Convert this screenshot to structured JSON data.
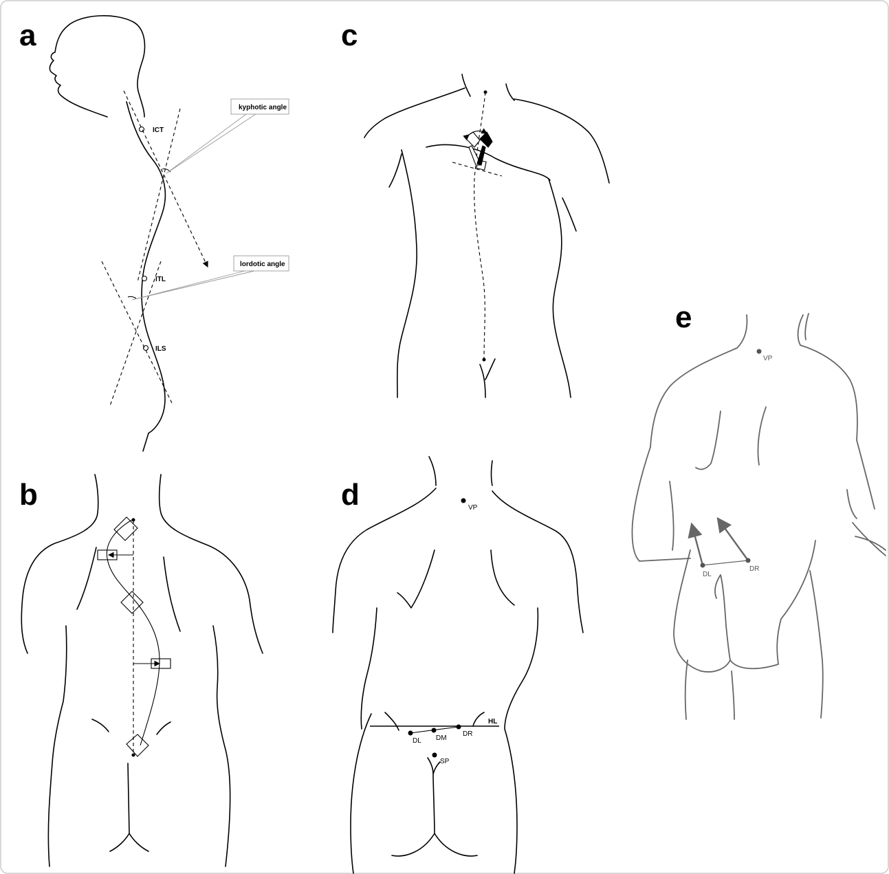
{
  "panels": {
    "a": {
      "letter": "a",
      "callouts": {
        "kyphotic": "kyphotic angle",
        "lordotic": "lordotic angle"
      },
      "points": {
        "ict": "ICT",
        "itl": "ITL",
        "ils": "ILS"
      }
    },
    "b": {
      "letter": "b"
    },
    "c": {
      "letter": "c"
    },
    "d": {
      "letter": "d",
      "points": {
        "vp": "VP",
        "hl": "HL",
        "dl": "DL",
        "dm": "DM",
        "dr": "DR",
        "sp": "SP"
      }
    },
    "e": {
      "letter": "e",
      "points": {
        "vp": "VP",
        "dl": "DL",
        "dr": "DR"
      }
    }
  },
  "colors": {
    "line": "#000000",
    "panel_e_line": "#666666",
    "callout_border": "#9a9a9a",
    "frame": "#cccccc"
  }
}
